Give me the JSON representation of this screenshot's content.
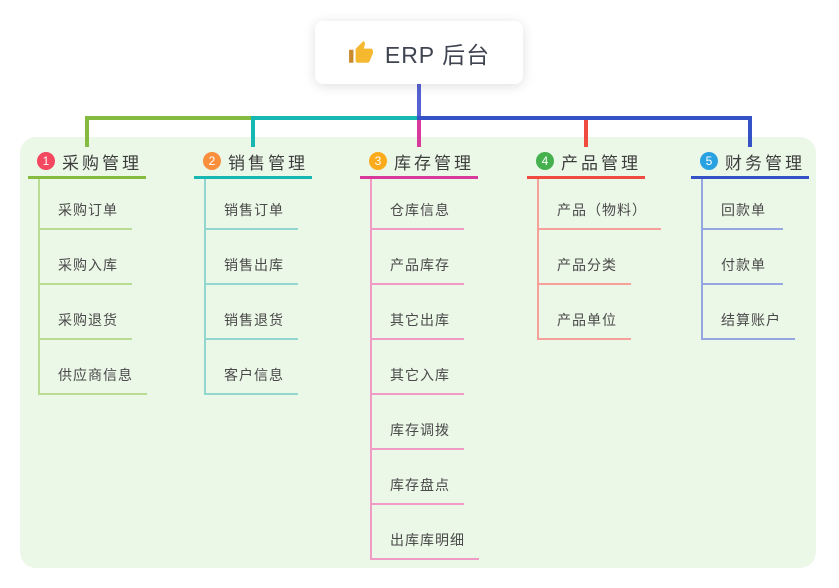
{
  "root": {
    "label": "ERP 后台",
    "icon": "thumbs-up-icon"
  },
  "branches": [
    {
      "num": "1",
      "label": "采购管理",
      "badge_color": "#f3485f",
      "line_color": "#85bc3f",
      "child_line_color": "#b9dc92",
      "children": [
        "采购订单",
        "采购入库",
        "采购退货",
        "供应商信息"
      ]
    },
    {
      "num": "2",
      "label": "销售管理",
      "badge_color": "#f98e3d",
      "line_color": "#16b8b1",
      "child_line_color": "#93d6d0",
      "children": [
        "销售订单",
        "销售出库",
        "销售退货",
        "客户信息"
      ]
    },
    {
      "num": "3",
      "label": "库存管理",
      "badge_color": "#fbab1b",
      "line_color": "#d83a9b",
      "child_line_color": "#f09ac6",
      "children": [
        "仓库信息",
        "产品库存",
        "其它出库",
        "其它入库",
        "库存调拨",
        "库存盘点",
        "出库库明细"
      ]
    },
    {
      "num": "4",
      "label": "产品管理",
      "badge_color": "#45b14e",
      "line_color": "#ef4b40",
      "child_line_color": "#f6a09a",
      "children": [
        "产品（物料）",
        "产品分类",
        "产品单位"
      ]
    },
    {
      "num": "5",
      "label": "财务管理",
      "badge_color": "#2aa2e2",
      "line_color": "#3452c5",
      "child_line_color": "#94a7e0",
      "children": [
        "回款单",
        "付款单",
        "结算账户"
      ]
    }
  ],
  "colors": {
    "canvas_bg": "#ffffff",
    "panel_bg": "#ebf7e7",
    "root_line": "#5662d3",
    "root_icon": "#f5b82e",
    "title_text": "#3d3d3d",
    "child_text": "#4a4a4a"
  }
}
